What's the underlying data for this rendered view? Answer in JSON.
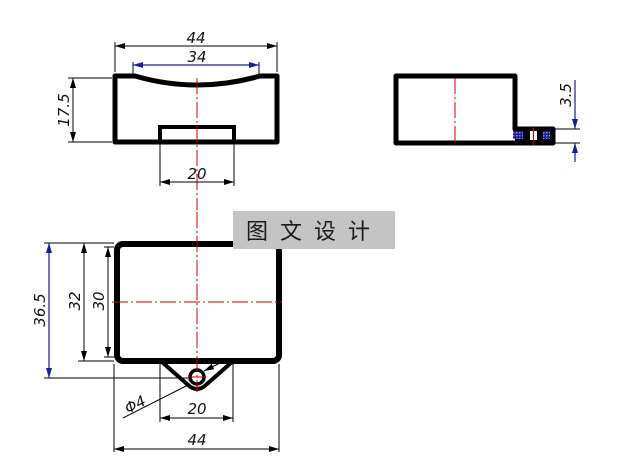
{
  "drawing": {
    "type": "engineering-orthographic-drawing",
    "line_color": "#000000",
    "centerline_color": "#cc0000",
    "blue_dimension_color": "#1a1aa0",
    "views": {
      "top_view": {
        "dimensions": {
          "overall_width": "44",
          "curved_top_width": "34",
          "height": "17.5",
          "slot_width": "20"
        }
      },
      "side_view": {
        "dimensions": {
          "tab_thickness": "3.5"
        }
      },
      "front_view": {
        "dimensions": {
          "total_height": "36.5",
          "outer_height": "32",
          "inner_height": "30",
          "hole_diameter": "Φ4",
          "bracket_width": "20",
          "overall_width": "44"
        }
      }
    }
  },
  "watermark": {
    "text": "图文设计"
  }
}
